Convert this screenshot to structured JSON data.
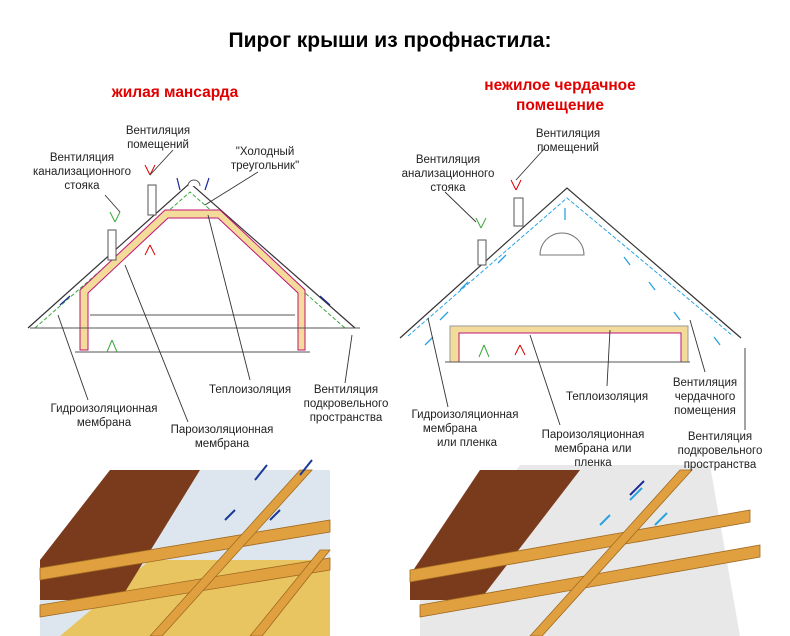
{
  "title": "Пирог крыши из профнастила:",
  "left": {
    "subtitle": "жилая мансарда",
    "labels": {
      "room_vent": [
        "Вентиляция",
        "помещений"
      ],
      "sewer_vent": [
        "Вентиляция",
        "канализационного",
        "стояка"
      ],
      "cold_triangle": [
        "\"Холодный",
        "треугольник\""
      ],
      "insulation": "Теплоизоляция",
      "underroof_vent": [
        "Вентиляция",
        "подкровельного",
        "пространства"
      ],
      "waterproof": [
        "Гидроизоляционная",
        "мембрана"
      ],
      "vapor": [
        "Пароизоляционная",
        "мембрана"
      ]
    }
  },
  "right": {
    "subtitle": [
      "нежилое чердачное",
      "помещение"
    ],
    "labels": {
      "room_vent": [
        "Вентиляция",
        "помещений"
      ],
      "sewer_vent": [
        "Вентиляция",
        "анализационного",
        "стояка"
      ],
      "insulation": "Теплоизоляция",
      "attic_vent": [
        "Вентиляция",
        "чердачного",
        "помещения"
      ],
      "waterproof": [
        "Гидроизоляционная",
        "мембрана",
        "или пленка"
      ],
      "vapor": [
        "Пароизоляционная",
        "мембрана или",
        "пленка"
      ],
      "underroof_vent": [
        "Вентиляция",
        "подкровельного",
        "пространства"
      ]
    }
  },
  "colors": {
    "accent_red": "#e00000",
    "insulation": "#f3dc9a",
    "vapor": "#c0147a",
    "membrane": "#3aa83a",
    "airflow": "#29a3e0",
    "tile": "#7a3a1c",
    "wood": "#e0a040"
  }
}
